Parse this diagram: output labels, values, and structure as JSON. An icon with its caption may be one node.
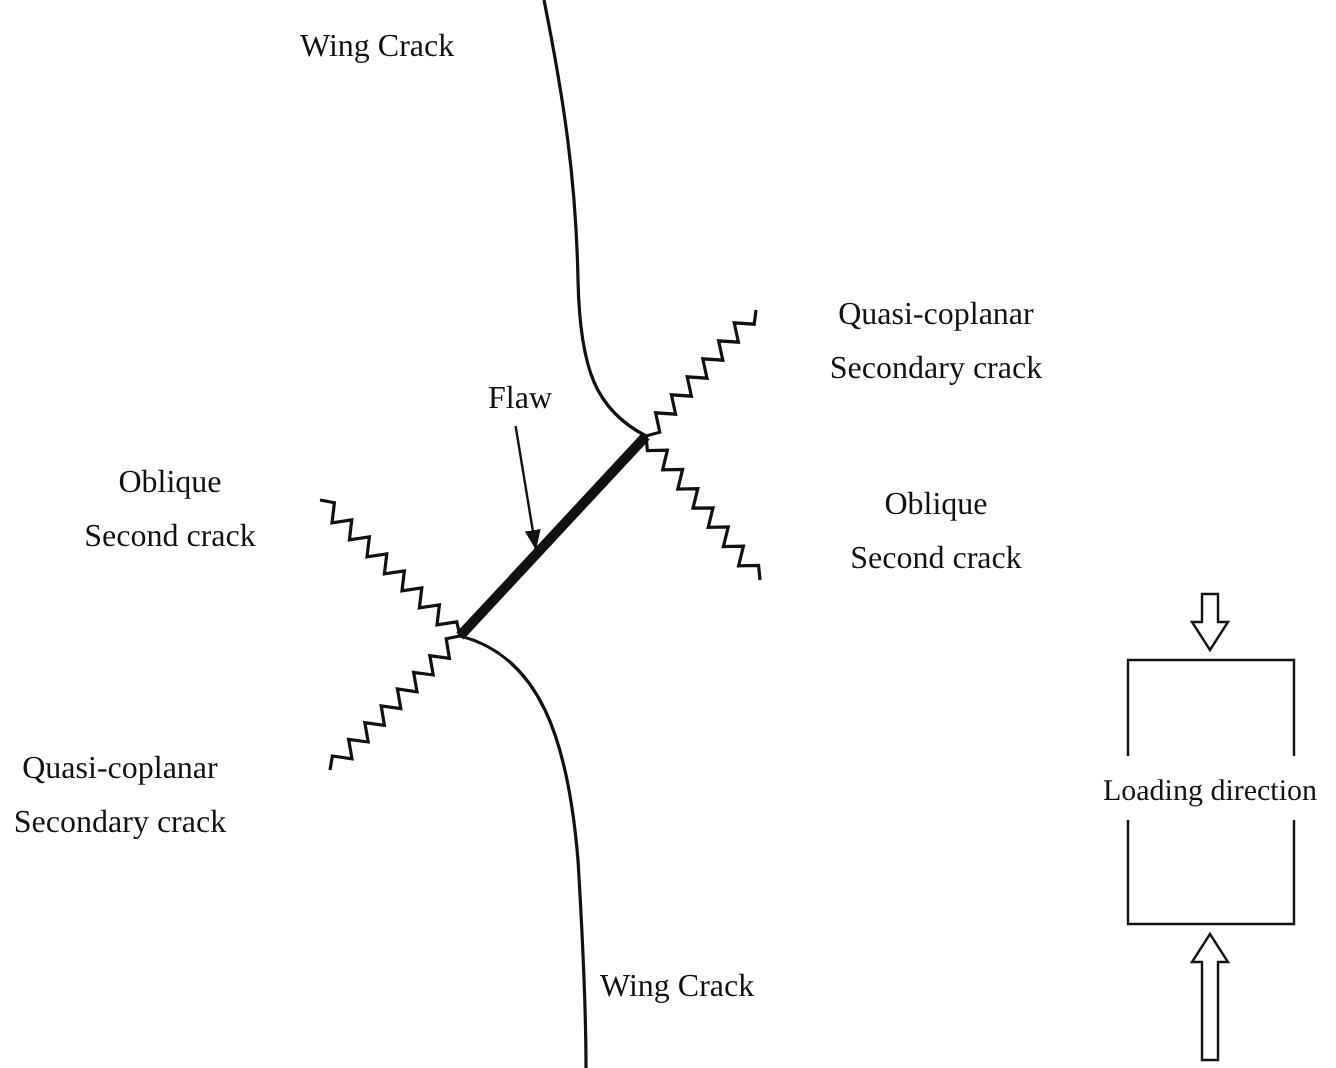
{
  "diagram": {
    "nodes": [
      {
        "text": [
          "Flaw"
        ]
      },
      {
        "text": [],
        "shape": "bar"
      },
      {
        "text": [
          "Loading direction"
        ]
      }
    ],
    "edges": [
      {
        "from": 0,
        "to": 1,
        "arrow": "to"
      }
    ],
    "labels": [
      "Wing Crack",
      "Quasi-coplanar Secondary crack",
      "Oblique Second crack",
      "Oblique Second crack",
      "Quasi-coplanar Secondary crack",
      "Wing Crack"
    ]
  }
}
